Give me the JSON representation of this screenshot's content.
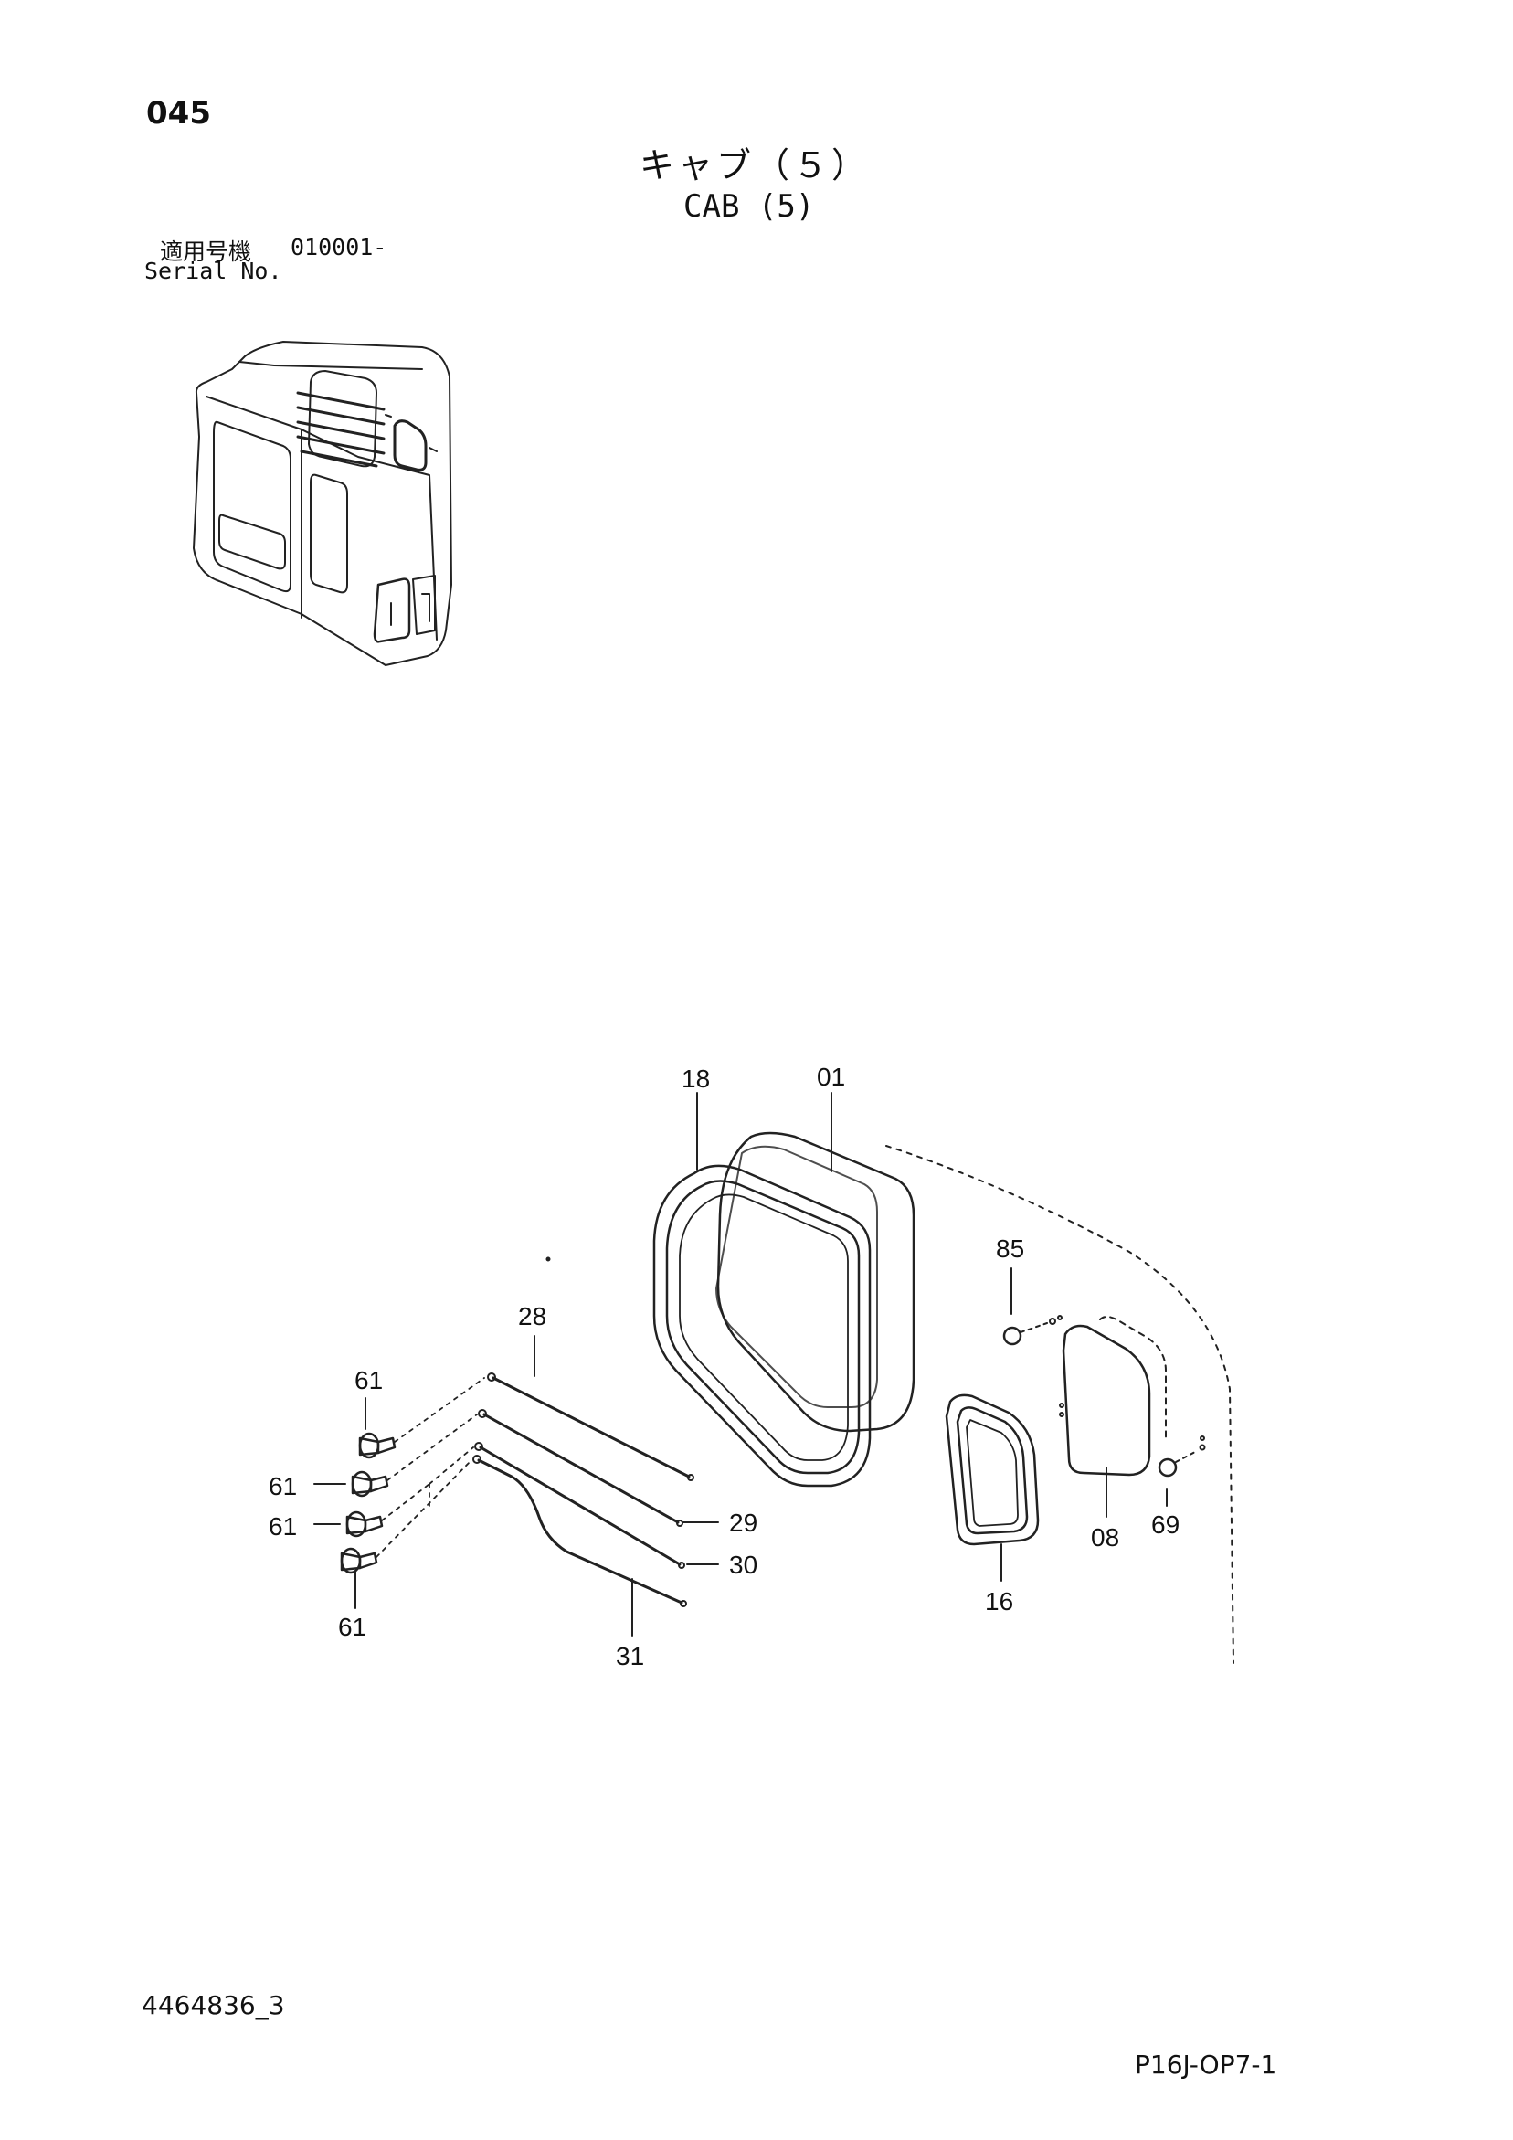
{
  "header": {
    "page_number": "045",
    "title_jp": "キャブ（５）",
    "title_en": "CAB (5)",
    "serial_label_jp": "適用号機",
    "serial_value": "010001-",
    "serial_label_en": "Serial No."
  },
  "footer": {
    "document_number": "4464836_3",
    "page_code": "P16J-OP7-1"
  },
  "callouts": [
    {
      "id": "c18",
      "label": "18"
    },
    {
      "id": "c01",
      "label": "01"
    },
    {
      "id": "c85",
      "label": "85"
    },
    {
      "id": "c28",
      "label": "28"
    },
    {
      "id": "c61a",
      "label": "61"
    },
    {
      "id": "c61b",
      "label": "61"
    },
    {
      "id": "c61c",
      "label": "61"
    },
    {
      "id": "c61d",
      "label": "61"
    },
    {
      "id": "c29",
      "label": "29"
    },
    {
      "id": "c30",
      "label": "30"
    },
    {
      "id": "c31",
      "label": "31"
    },
    {
      "id": "c16",
      "label": "16"
    },
    {
      "id": "c08",
      "label": "08"
    },
    {
      "id": "c69",
      "label": "69"
    }
  ]
}
